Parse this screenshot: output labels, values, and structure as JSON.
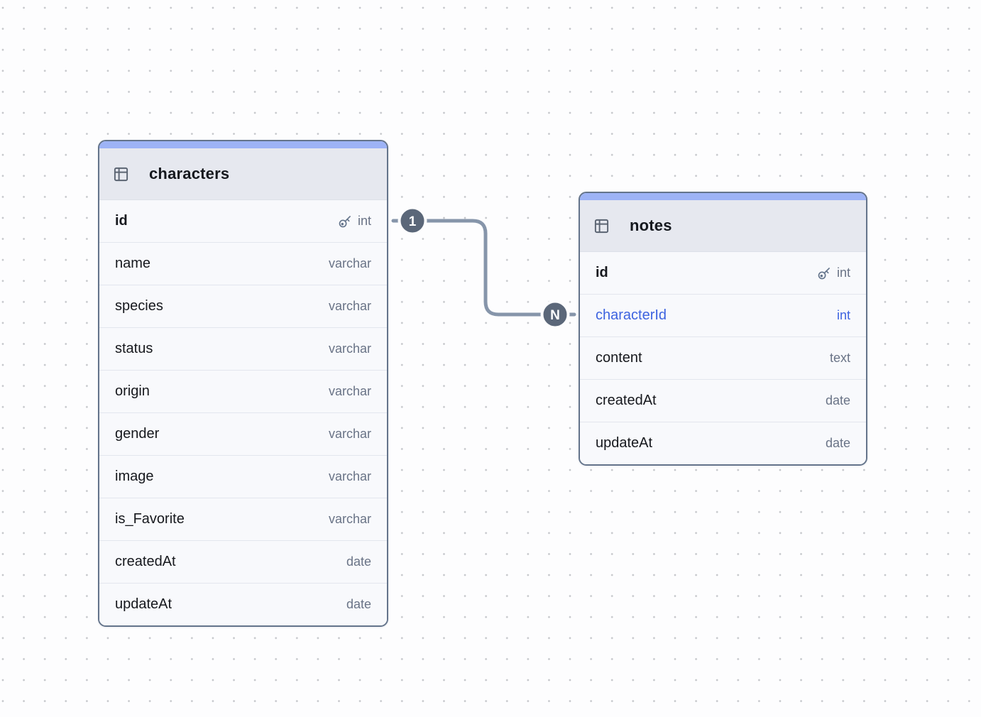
{
  "diagram": {
    "colors": {
      "canvas_bg": "#fdfdfe",
      "dot": "#c4c6ca",
      "accent_bar": "#9db3f6",
      "card_border": "#64748b",
      "header_bg": "#e6e8ef",
      "row_bg": "#f8f9fc",
      "fk_text": "#3d63e0",
      "relationship_line": "#8695aa",
      "badge_bg": "#5b6779"
    },
    "relationship": {
      "from_table": "characters",
      "from_field": "id",
      "from_label": "1",
      "to_table": "notes",
      "to_field": "characterId",
      "to_label": "N"
    }
  },
  "tables": [
    {
      "name": "characters",
      "fields": [
        {
          "name": "id",
          "type": "int",
          "pk": true
        },
        {
          "name": "name",
          "type": "varchar"
        },
        {
          "name": "species",
          "type": "varchar"
        },
        {
          "name": "status",
          "type": "varchar"
        },
        {
          "name": "origin",
          "type": "varchar"
        },
        {
          "name": "gender",
          "type": "varchar"
        },
        {
          "name": "image",
          "type": "varchar"
        },
        {
          "name": "is_Favorite",
          "type": "varchar"
        },
        {
          "name": "createdAt",
          "type": "date"
        },
        {
          "name": "updateAt",
          "type": "date"
        }
      ]
    },
    {
      "name": "notes",
      "fields": [
        {
          "name": "id",
          "type": "int",
          "pk": true
        },
        {
          "name": "characterId",
          "type": "int",
          "fk": true
        },
        {
          "name": "content",
          "type": "text"
        },
        {
          "name": "createdAt",
          "type": "date"
        },
        {
          "name": "updateAt",
          "type": "date"
        }
      ]
    }
  ]
}
